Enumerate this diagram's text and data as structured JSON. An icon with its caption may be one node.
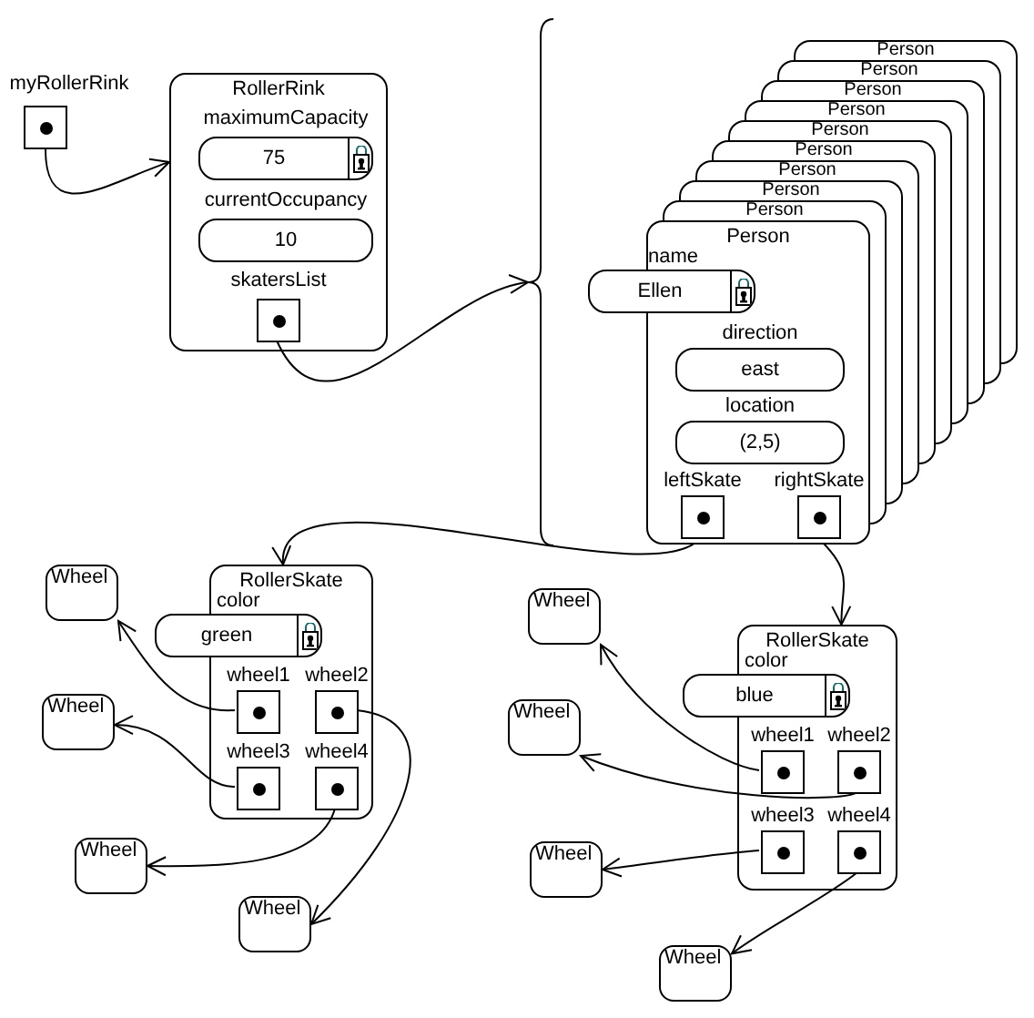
{
  "diagram": {
    "nodes": [
      {
        "text": [
          "myRollerRink"
        ]
      },
      {
        "text": [
          "RollerRink"
        ]
      },
      {
        "text": [
          "maximumCapacity",
          "75"
        ],
        "in": 1
      },
      {
        "text": [
          "currentOccupancy",
          "10"
        ],
        "in": 1
      },
      {
        "text": [
          "skatersList"
        ],
        "in": 1
      },
      {
        "text": [],
        "shape": "brace"
      },
      {
        "text": [
          "Person"
        ]
      },
      {
        "text": [
          "Person"
        ]
      },
      {
        "text": [
          "Person"
        ]
      },
      {
        "text": [
          "Person"
        ]
      },
      {
        "text": [
          "Person"
        ]
      },
      {
        "text": [
          "Person"
        ]
      },
      {
        "text": [
          "Person"
        ]
      },
      {
        "text": [
          "Person"
        ]
      },
      {
        "text": [
          "Person"
        ]
      },
      {
        "text": [
          "Person",
          "name"
        ]
      },
      {
        "text": [
          "Ellen"
        ]
      },
      {
        "text": [
          "direction",
          "east"
        ],
        "in": 15
      },
      {
        "text": [
          "location",
          "(2,5)"
        ],
        "in": 15
      },
      {
        "text": [
          "leftSkate"
        ],
        "in": 15
      },
      {
        "text": [
          "rightSkate"
        ],
        "in": 15
      },
      {
        "text": [
          "Wheel"
        ]
      },
      {
        "text": [
          "RollerSkate",
          "color"
        ]
      },
      {
        "text": [
          "green"
        ]
      },
      {
        "text": [
          "wheel1"
        ],
        "in": 22
      },
      {
        "text": [
          "wheel2"
        ],
        "in": 22
      },
      {
        "text": [
          "wheel3"
        ],
        "in": 22
      },
      {
        "text": [
          "wheel4"
        ],
        "in": 22
      },
      {
        "text": [
          "Wheel"
        ]
      },
      {
        "text": [
          "Wheel"
        ]
      },
      {
        "text": [
          "Wheel"
        ]
      },
      {
        "text": [
          "Wheel"
        ]
      },
      {
        "text": [
          "RollerSkate",
          "color"
        ]
      },
      {
        "text": [
          "blue"
        ]
      },
      {
        "text": [
          "wheel1"
        ],
        "in": 32
      },
      {
        "text": [
          "wheel2"
        ],
        "in": 32
      },
      {
        "text": [
          "wheel3"
        ],
        "in": 32
      },
      {
        "text": [
          "wheel4"
        ],
        "in": 32
      },
      {
        "text": [
          "Wheel"
        ]
      },
      {
        "text": [
          "Wheel"
        ]
      },
      {
        "text": [
          "Wheel"
        ]
      }
    ],
    "edges": [
      {
        "from": 0,
        "to": 1,
        "arrow": "to"
      },
      {
        "from": 4,
        "to": 5,
        "arrow": "to"
      },
      {
        "from": 19,
        "to": 22,
        "arrow": "to"
      },
      {
        "from": 20,
        "to": 32,
        "arrow": "to"
      },
      {
        "from": 24,
        "to": 21,
        "arrow": "to"
      },
      {
        "from": 26,
        "to": 28,
        "arrow": "to"
      },
      {
        "from": 27,
        "to": 29,
        "arrow": "to"
      },
      {
        "from": 25,
        "to": 30,
        "arrow": "to"
      },
      {
        "from": 34,
        "to": 31,
        "arrow": "to"
      },
      {
        "from": 35,
        "to": 38,
        "arrow": "to"
      },
      {
        "from": 36,
        "to": 39,
        "arrow": "to"
      },
      {
        "from": 37,
        "to": 40,
        "arrow": "to"
      }
    ]
  }
}
